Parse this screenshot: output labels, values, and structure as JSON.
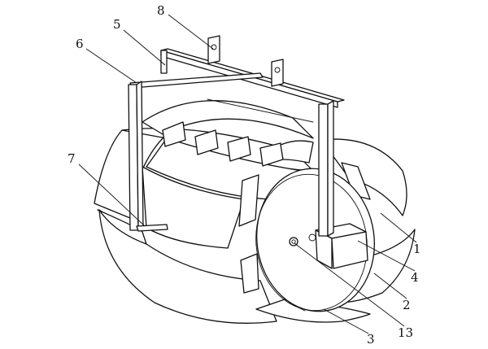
{
  "callouts": [
    {
      "id": "1",
      "label": "1"
    },
    {
      "id": "2",
      "label": "2"
    },
    {
      "id": "3",
      "label": "3"
    },
    {
      "id": "4",
      "label": "4"
    },
    {
      "id": "5",
      "label": "5"
    },
    {
      "id": "6",
      "label": "6"
    },
    {
      "id": "7",
      "label": "7"
    },
    {
      "id": "8",
      "label": "8"
    },
    {
      "id": "13",
      "label": "13"
    }
  ],
  "colors": {
    "line": "#111111",
    "background": "#ffffff"
  }
}
